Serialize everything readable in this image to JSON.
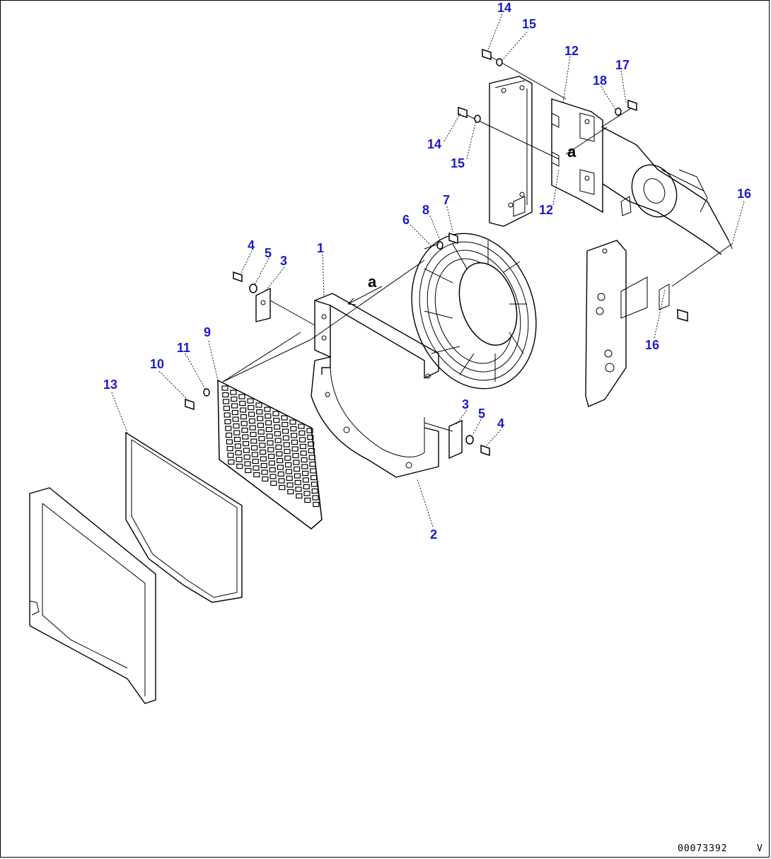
{
  "diagram": {
    "drawing_code": "00073392",
    "drawing_code_suffix": "V",
    "reference_marks": [
      "a",
      "a"
    ],
    "labels": [
      "14",
      "15",
      "12",
      "17",
      "18",
      "14",
      "15",
      "12",
      "16",
      "6",
      "8",
      "7",
      "4",
      "5",
      "3",
      "1",
      "9",
      "11",
      "10",
      "13",
      "3",
      "5",
      "4",
      "2",
      "16"
    ],
    "label_color": "#1a1acc"
  }
}
